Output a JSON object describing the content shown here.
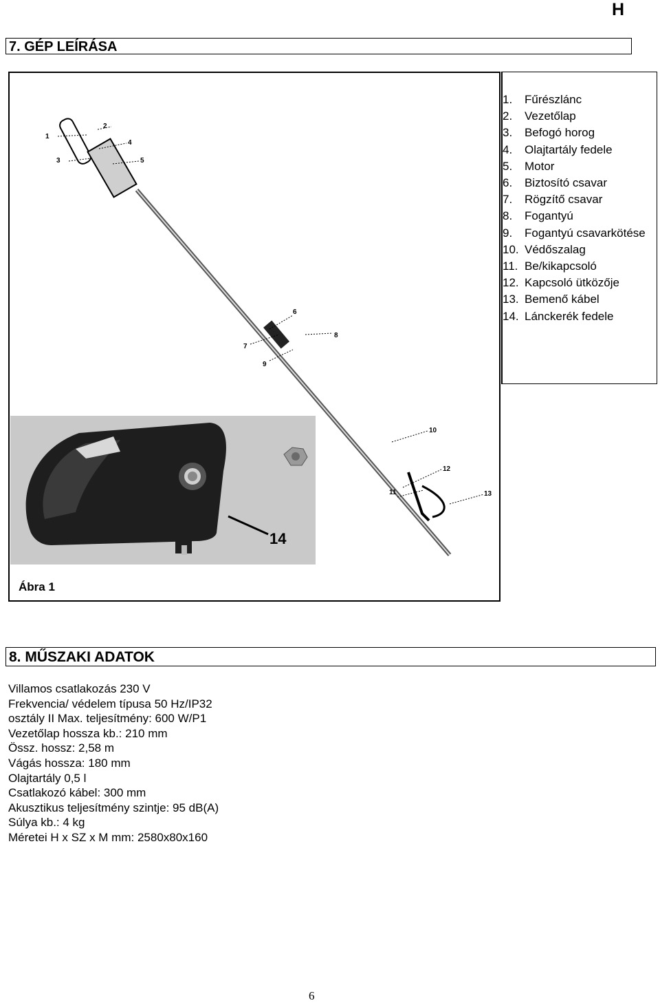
{
  "page": {
    "language_mark": "H",
    "section7_title": "7. GÉP LEÍRÁSA",
    "section8_title": "8.  MŰSZAKI ADATOK",
    "figure_label": "Ábra 1",
    "page_number": "6"
  },
  "parts": [
    {
      "num": "1.",
      "label": "Fűrészlánc"
    },
    {
      "num": "2.",
      "label": "Vezetőlap"
    },
    {
      "num": "3.",
      "label": "Befogó horog"
    },
    {
      "num": "4.",
      "label": "Olajtartály fedele"
    },
    {
      "num": "5.",
      "label": "Motor"
    },
    {
      "num": "6.",
      "label": "Biztosító csavar"
    },
    {
      "num": "7.",
      "label": "Rögzítő csavar"
    },
    {
      "num": "8.",
      "label": "Fogantyú"
    },
    {
      "num": "9.",
      "label": "Fogantyú csavarkötése"
    },
    {
      "num": "10.",
      "label": "Védőszalag"
    },
    {
      "num": "11.",
      "label": "Be/kikapcsoló"
    },
    {
      "num": "12.",
      "label": "Kapcsoló ütközője"
    },
    {
      "num": "13.",
      "label": "Bemenő kábel"
    },
    {
      "num": "14.",
      "label": "Lánckerék fedele"
    }
  ],
  "figure_callouts": {
    "c1": "1",
    "c2": "2",
    "c3": "3",
    "c4": "4",
    "c5": "5",
    "c6": "6",
    "c7": "7",
    "c8": "8",
    "c9": "9",
    "c10": "10",
    "c11": "11",
    "c12": "12",
    "c13": "13",
    "c14": "14"
  },
  "specs": [
    "Villamos csatlakozás 230 V",
    "Frekvencia/ védelem típusa 50 Hz/IP32",
    "osztály II Max. teljesítmény: 600 W/P1",
    "Vezetőlap hossza kb.: 210 mm",
    "Össz. hossz: 2,58 m",
    "Vágás hossza: 180 mm",
    "Olajtartály 0,5 l",
    "Csatlakozó kábel: 300 mm",
    "Akusztikus teljesítmény szintje: 95 dB(A)",
    "Súlya kb.: 4 kg",
    "Méretei H x SZ x M mm: 2580x80x160"
  ]
}
